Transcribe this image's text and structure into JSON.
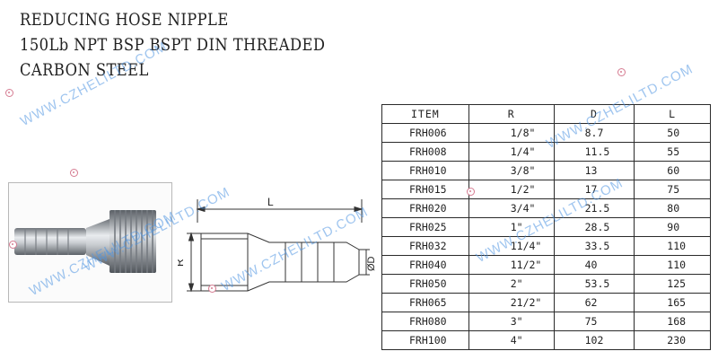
{
  "title": {
    "line1": "REDUCING HOSE NIPPLE",
    "line2": "150Lb NPT BSP BSPT DIN  THREADED",
    "line3": "CARBON STEEL"
  },
  "drawing": {
    "label_length": "L",
    "label_thread": "R",
    "label_diameter": "ØD"
  },
  "watermark": {
    "text": "WWW.CZHELILTD.COM"
  },
  "table": {
    "headers": [
      "ITEM",
      "R",
      "D",
      "L"
    ],
    "rows": [
      [
        "FRH006",
        "1/8\"",
        "8.7",
        "50"
      ],
      [
        "FRH008",
        "1/4\"",
        "11.5",
        "55"
      ],
      [
        "FRH010",
        "3/8\"",
        "13",
        "60"
      ],
      [
        "FRH015",
        "1/2\"",
        "17",
        "75"
      ],
      [
        "FRH020",
        "3/4\"",
        "21.5",
        "80"
      ],
      [
        "FRH025",
        "1\"",
        "28.5",
        "90"
      ],
      [
        "FRH032",
        "11/4\"",
        "33.5",
        "110"
      ],
      [
        "FRH040",
        "11/2\"",
        "40",
        "110"
      ],
      [
        "FRH050",
        "2\"",
        "53.5",
        "125"
      ],
      [
        "FRH065",
        "21/2\"",
        "62",
        "165"
      ],
      [
        "FRH080",
        "3\"",
        "75",
        "168"
      ],
      [
        "FRH100",
        "4\"",
        "102",
        "230"
      ]
    ]
  }
}
